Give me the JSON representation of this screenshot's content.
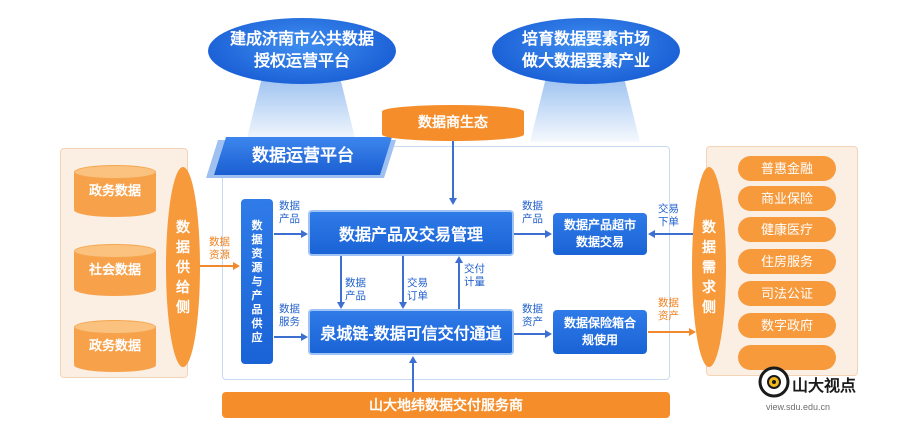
{
  "goals": {
    "left_line1": "建成济南市公共数据",
    "left_line2": "授权运营平台",
    "right_line1": "培育数据要素市场",
    "right_line2": "做大数据要素产业"
  },
  "ecosystem": "数据商生态",
  "platform_title": "数据运营平台",
  "supply": {
    "items": [
      "政务数据",
      "社会数据",
      "政务数据"
    ],
    "side_label": "数据供给侧",
    "flow_label": "数据资源"
  },
  "demand": {
    "items": [
      "普惠金融",
      "商业保险",
      "健康医疗",
      "住房服务",
      "司法公证",
      "数字政府"
    ],
    "side_label": "数据需求侧",
    "order_label": "交易下单",
    "asset_label": "数据资产"
  },
  "resource_box": "数据资源与产品供应",
  "product_mgmt": "数据产品及交易管理",
  "chain": "泉城链-数据可信交付通道",
  "market_box": "数据产品超市数据交易",
  "sandbox_box": "数据保险箱合规使用",
  "labels": {
    "data_product_left": "数据产品",
    "data_service_left": "数据服务",
    "data_product_mid": "数据产品",
    "trade_order_mid": "交易订单",
    "delivery_metering": "交付计量",
    "data_product_right": "数据产品",
    "data_asset_right": "数据资产"
  },
  "provider": "山大地纬数据交付服务商",
  "watermark": {
    "brand": "山大视点",
    "url": "view.sdu.edu.cn"
  }
}
